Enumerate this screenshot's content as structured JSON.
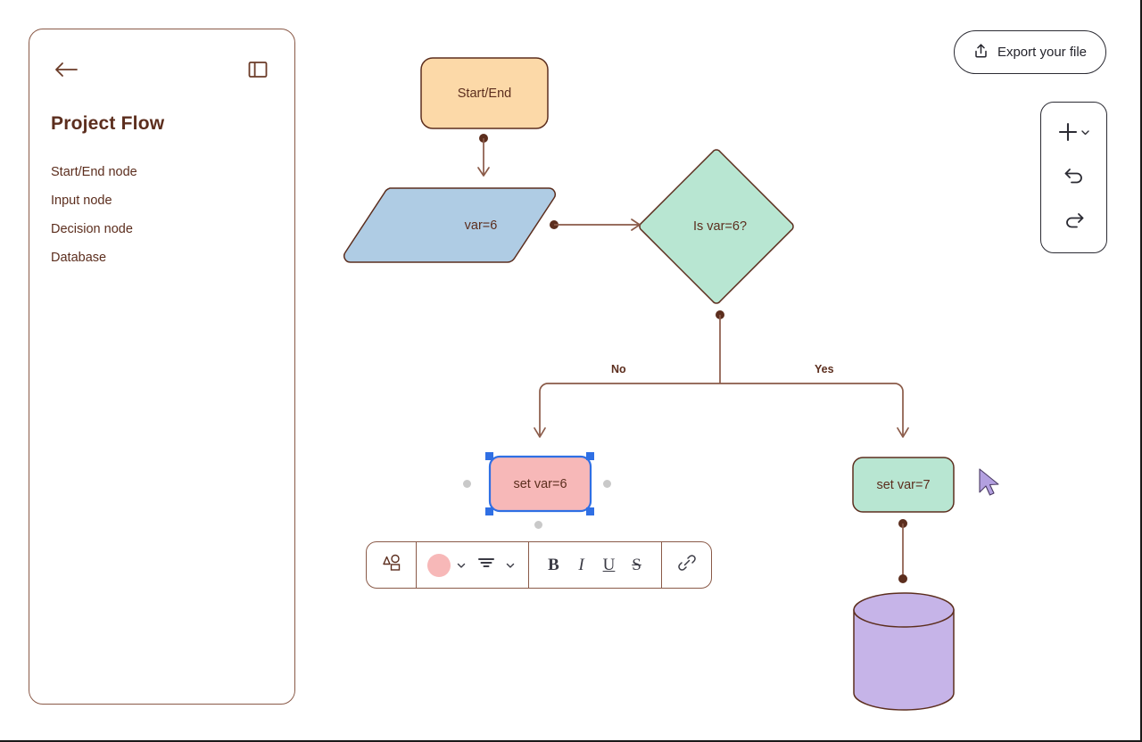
{
  "sidebar": {
    "back_icon": "arrow-left-icon",
    "panel_icon": "panel-toggle-icon",
    "title": "Project Flow",
    "items": [
      {
        "label": "Start/End node"
      },
      {
        "label": "Input node"
      },
      {
        "label": "Decision node"
      },
      {
        "label": "Database"
      }
    ]
  },
  "header": {
    "export_label": "Export your file",
    "export_icon": "upload-icon"
  },
  "tool_rail": {
    "add_icon": "plus-icon",
    "add_chevron_icon": "chevron-down-icon",
    "undo_icon": "undo-icon",
    "redo_icon": "redo-icon"
  },
  "canvas": {
    "nodes": [
      {
        "id": "start",
        "label": "Start/End",
        "shape": "rounded-rect",
        "fill": "#FCD9A8"
      },
      {
        "id": "input",
        "label": "var=6",
        "shape": "parallelogram",
        "fill": "#AFCCE4"
      },
      {
        "id": "decide",
        "label": "Is var=6?",
        "shape": "diamond",
        "fill": "#B8E6D2"
      },
      {
        "id": "setno",
        "label": "set var=6",
        "shape": "rounded-rect",
        "fill": "#F7B8B8",
        "selected": true
      },
      {
        "id": "setyes",
        "label": "set var=7",
        "shape": "rounded-rect",
        "fill": "#B8E6D2"
      },
      {
        "id": "db",
        "label": "",
        "shape": "cylinder",
        "fill": "#C6B4E8"
      }
    ],
    "edge_labels": {
      "no": "No",
      "yes": "Yes"
    },
    "stroke_color": "#8a5a48",
    "text_color": "#5C2E1E"
  },
  "format_toolbar": {
    "shapes_icon": "shapes-icon",
    "color_swatch": "#F7B8B8",
    "color_chevron_icon": "chevron-down-icon",
    "align_icon": "text-align-center-icon",
    "align_chevron_icon": "chevron-down-icon",
    "bold_label": "B",
    "italic_label": "I",
    "underline_label": "U",
    "strike_label": "S",
    "link_icon": "link-icon"
  },
  "pointer": {
    "icon": "mouse-pointer-icon",
    "color": "#B3A0E0"
  }
}
